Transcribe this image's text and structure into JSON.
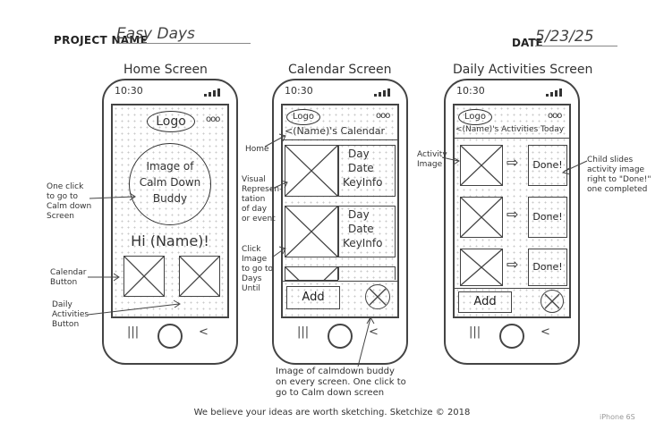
{
  "header": {
    "project_label": "PROJECT NAME",
    "project_name": "Easy Days",
    "date_label": "DATE",
    "date_value": "5/23/25"
  },
  "screens": [
    {
      "title": "Home Screen"
    },
    {
      "title": "Calendar Screen"
    },
    {
      "title": "Daily Activities Screen"
    }
  ],
  "status_time": "10:30",
  "nav_keys": {
    "back_menu": "|||",
    "back": "<"
  },
  "home": {
    "logo": "Logo",
    "menu": "ooo",
    "buddy_lines": [
      "Image of",
      "Calm Down",
      "Buddy"
    ],
    "greeting": "Hi (Name)!"
  },
  "calendar": {
    "logo": "Logo",
    "menu": "ooo",
    "title": "<(Name)'s Calendar",
    "rows": [
      {
        "lines": [
          "Day",
          "Date",
          "KeyInfo"
        ]
      },
      {
        "lines": [
          "Day",
          "Date",
          "KeyInfo"
        ]
      }
    ],
    "add_label": "Add"
  },
  "activities": {
    "logo": "Logo",
    "menu": "ooo",
    "title": "<(Name)'s Activities Today",
    "done_labels": [
      "Done!",
      "Done!",
      "Done!"
    ],
    "add_label": "Add"
  },
  "annotations": {
    "one_click": [
      "One click",
      "to go to",
      "Calm down",
      "Screen"
    ],
    "calendar_button": [
      "Calendar",
      "Button"
    ],
    "daily_activities_button": [
      "Daily",
      "Activities",
      "Button"
    ],
    "home": "Home",
    "visual": [
      "Visual",
      "Represen-",
      "tation",
      "of day",
      "or event"
    ],
    "click_image": [
      "Click",
      "Image to go to",
      "Days",
      "Until"
    ],
    "activity_image": [
      "Activity",
      "Image"
    ],
    "child_slides": [
      "Child slides",
      "activity image",
      "right to \"Done!\"",
      "one completed"
    ],
    "buddy_note": [
      "Image of calmdown buddy",
      "on every screen. One click to",
      "go to Calm down screen"
    ]
  },
  "footer": "We believe your ideas are worth sketching. Sketchize © 2018",
  "device_model": "iPhone 6S"
}
